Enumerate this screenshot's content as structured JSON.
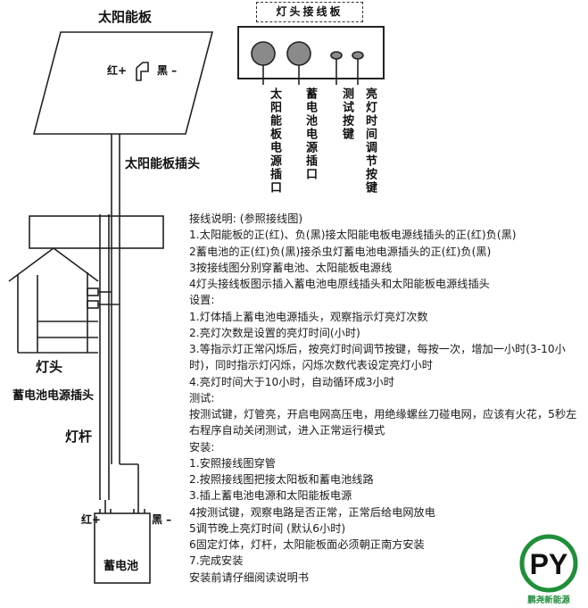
{
  "diagram": {
    "solar_panel": "太阳能板",
    "solar_plug": "太阳能板插头",
    "red_plus_top": "红+",
    "black_minus_top": "黑 –",
    "lamp_head": "灯头",
    "battery_socket": "蓄电池电源插头",
    "lamp_pole": "灯杆",
    "red_plus_bottom": "红+",
    "black_minus_bottom": "黑 –",
    "battery": "蓄电池",
    "wiring_board": {
      "title": "灯头接线板",
      "labels": [
        "太阳能板电源插口",
        "蓄电池电源插口",
        "测试按键",
        "亮灯时间调节按键"
      ]
    }
  },
  "instructions": {
    "lines": [
      "接线说明: (参照接线图)",
      "1.太阳能板的正(红)、负(黑)接太阳能电板电源线插头的正(红)负(黑)",
      "2蓄电池的正(红)负(黑)接杀虫灯蓄电池电源插头的正(红)负(黑)",
      "3按接线图分别穿蓄电池、太阳能板电源线",
      "4灯头接线板图示插入蓄电池电原线插头和太阳能板电源线插头",
      "设置:",
      "1.灯体插上蓄电池电源插头，观察指示灯亮灯次数",
      "2.亮灯次数是设置的亮灯时间(小时)",
      "3.等指示灯正常闪烁后，按亮灯时间调节按键，每按一次，增加一小时(3-10小时)，同时指示灯闪烁，闪烁次数代表设定亮灯小时",
      "4.亮灯时间大于10小时，自动循环成3小时",
      "测试:",
      "按测试键，灯管亮，开启电网高压电，用绝缘螺丝刀碰电网，应该有火花，5秒左右程序自动关闭测试，进入正常运行模式",
      "安装:",
      "1.安照接线图穿管",
      "2.按照接线图把接太阳板和蓄电池线路",
      "3.插上蓄电池电源和太阳能板电源",
      "4按测试键，观察电路是否正常，正常后给电网放电",
      "5调节晚上亮灯时间 (默认6小时)",
      "6固定灯体，灯杆，太阳能板面必须朝正南方安装",
      "7.完成安装",
      "安装前请仔细阅读说明书"
    ]
  },
  "logo": {
    "mark": "PY",
    "caption": "鹏尧新能源",
    "color": "#1f8f3a"
  }
}
